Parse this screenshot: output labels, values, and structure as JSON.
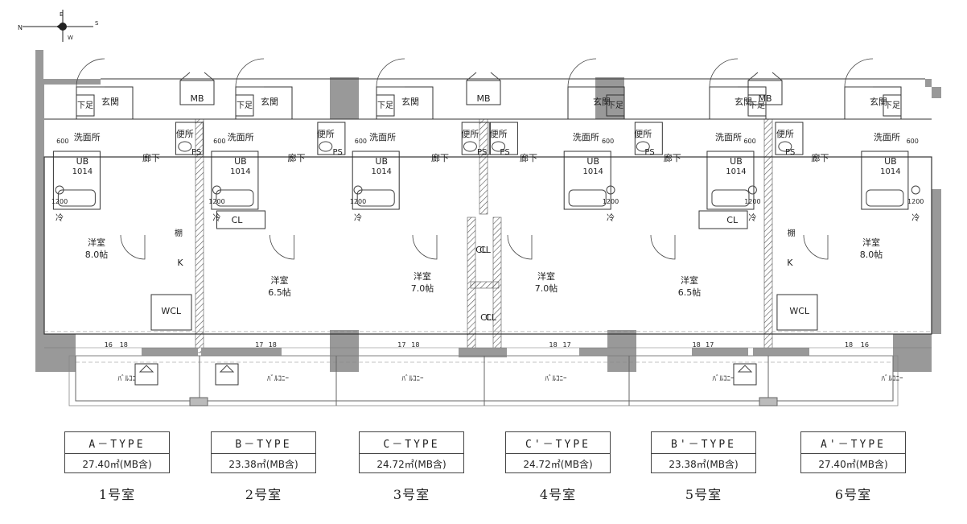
{
  "compass": {
    "n": "N",
    "e": "E",
    "s": "S",
    "w": "W"
  },
  "units": [
    {
      "type": "A－TYPE",
      "area": "27.40㎡(MB含)",
      "room": "1号室",
      "labels": {
        "genkan": "玄関",
        "geta": "下足",
        "mb": "MB",
        "toilet": "便所",
        "wash": "洗面所",
        "corridor": "廊下",
        "ps": "PS",
        "ub": "UB",
        "ubsize": "1014",
        "room_name": "洋室",
        "room_size": "8.0帖",
        "fridge": "冷",
        "shelf": "棚",
        "kitchen": "K",
        "sink": "1200",
        "cl": "WCL",
        "w600": "600",
        "dim": "16",
        "dim2": "18",
        "balcony": "ﾊﾞﾙｺﾆｰ"
      }
    },
    {
      "type": "B－TYPE",
      "area": "23.38㎡(MB含)",
      "room": "2号室",
      "labels": {
        "genkan": "玄関",
        "geta": "下足",
        "mb": "MB",
        "toilet": "便所",
        "wash": "洗面所",
        "corridor": "廊下",
        "ps": "PS",
        "ub": "UB",
        "ubsize": "1014",
        "room_name": "洋室",
        "room_size": "6.5帖",
        "fridge": "冷",
        "shelf": "",
        "kitchen": "",
        "sink": "1200",
        "cl": "CL",
        "w600": "600",
        "dim": "17",
        "dim2": "18",
        "balcony": "ﾊﾞﾙｺﾆｰ"
      }
    },
    {
      "type": "C－TYPE",
      "area": "24.72㎡(MB含)",
      "room": "3号室",
      "labels": {
        "genkan": "玄関",
        "geta": "下足",
        "mb": "MB",
        "toilet": "便所",
        "wash": "洗面所",
        "corridor": "廊下",
        "ps": "PS",
        "ub": "UB",
        "ubsize": "1014",
        "room_name": "洋室",
        "room_size": "7.0帖",
        "fridge": "冷",
        "shelf": "",
        "kitchen": "",
        "sink": "1200",
        "cl": "CL",
        "w600": "600",
        "dim": "17",
        "dim2": "18",
        "balcony": "ﾊﾞﾙｺﾆｰ"
      }
    },
    {
      "type": "C'－TYPE",
      "area": "24.72㎡(MB含)",
      "room": "4号室",
      "labels": {
        "genkan": "玄関",
        "geta": "下足",
        "mb": "MB",
        "toilet": "便所",
        "wash": "洗面所",
        "corridor": "廊下",
        "ps": "PS",
        "ub": "UB",
        "ubsize": "1014",
        "room_name": "洋室",
        "room_size": "7.0帖",
        "fridge": "冷",
        "shelf": "",
        "kitchen": "",
        "sink": "1200",
        "cl": "CL",
        "w600": "600",
        "dim": "17",
        "dim2": "18",
        "balcony": "ﾊﾞﾙｺﾆｰ"
      }
    },
    {
      "type": "B'－TYPE",
      "area": "23.38㎡(MB含)",
      "room": "5号室",
      "labels": {
        "genkan": "玄関",
        "geta": "下足",
        "mb": "MB",
        "toilet": "便所",
        "wash": "洗面所",
        "corridor": "廊下",
        "ps": "PS",
        "ub": "UB",
        "ubsize": "1014",
        "room_name": "洋室",
        "room_size": "6.5帖",
        "fridge": "冷",
        "shelf": "",
        "kitchen": "",
        "sink": "1200",
        "cl": "CL",
        "w600": "600",
        "dim": "17",
        "dim2": "18",
        "balcony": "ﾊﾞﾙｺﾆｰ"
      }
    },
    {
      "type": "A'－TYPE",
      "area": "27.40㎡(MB含)",
      "room": "6号室",
      "labels": {
        "genkan": "玄関",
        "geta": "下足",
        "mb": "MB",
        "toilet": "便所",
        "wash": "洗面所",
        "corridor": "廊下",
        "ps": "PS",
        "ub": "UB",
        "ubsize": "1014",
        "room_name": "洋室",
        "room_size": "8.0帖",
        "fridge": "冷",
        "shelf": "棚",
        "kitchen": "K",
        "sink": "1200",
        "cl": "WCL",
        "w600": "600",
        "dim": "16",
        "dim2": "18",
        "balcony": "ﾊﾞﾙｺﾆｰ"
      }
    }
  ]
}
